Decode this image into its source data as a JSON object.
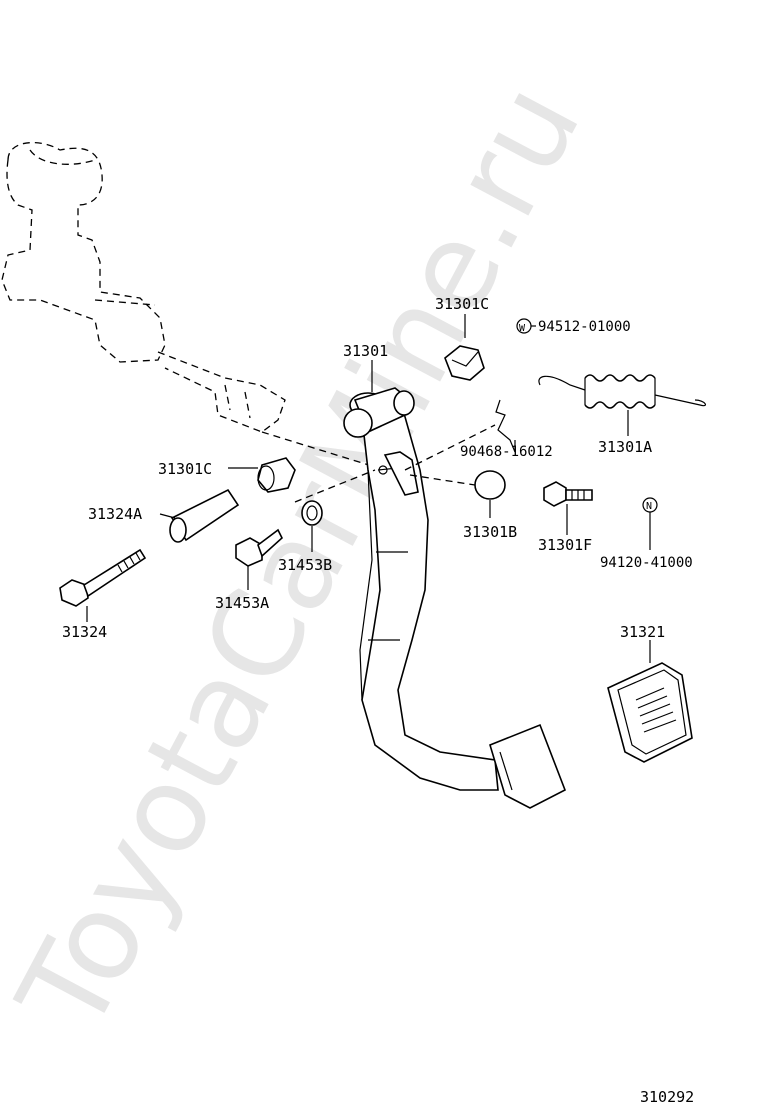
{
  "diagram": {
    "watermark": "ToyotaCarMine.ru",
    "drawing_number": "310292",
    "callouts": {
      "p31301": "31301",
      "p31301C_top": "31301C",
      "p31301C_left": "31301C",
      "p94512": "94512-01000",
      "p94512_symbol": "W",
      "p90468": "90468-16012",
      "p31301A": "31301A",
      "p31301B": "31301B",
      "p31301F": "31301F",
      "p94120": "94120-41000",
      "p94120_symbol": "N",
      "p31324A": "31324A",
      "p31453B": "31453B",
      "p31453A": "31453A",
      "p31324": "31324",
      "p31321": "31321"
    }
  }
}
